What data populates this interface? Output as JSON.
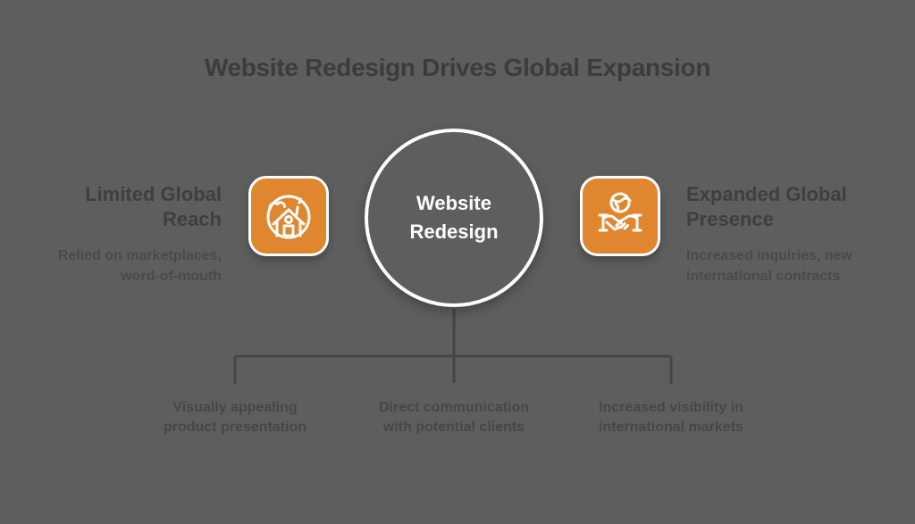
{
  "title": "Website Redesign Drives Global Expansion",
  "center_node": {
    "label": "Website Redesign",
    "lines": [
      "Website",
      "Redesign"
    ]
  },
  "before": {
    "heading": "Limited Global Reach",
    "heading_lines": [
      "Limited Global",
      "Reach"
    ],
    "description": "Relied on marketplaces, word-of-mouth",
    "description_lines": [
      "Relied on marketplaces,",
      "word-of-mouth"
    ],
    "icon": "house-in-globe-icon"
  },
  "after": {
    "heading": "Expanded Global Presence",
    "heading_lines": [
      "Expanded Global",
      "Presence"
    ],
    "description": "Increased inquiries, new international contracts",
    "description_lines": [
      "Increased inquiries, new",
      "international contracts"
    ],
    "icon": "handshake-globe-icon"
  },
  "benefits": [
    {
      "label": "Visually appealing product presentation",
      "lines": [
        "Visually appealing",
        "product presentation"
      ]
    },
    {
      "label": "Direct communication with potential clients",
      "lines": [
        "Direct communication",
        "with potential clients"
      ]
    },
    {
      "label": "Increased visibility in international markets",
      "lines": [
        "Increased visibility in",
        "international markets"
      ]
    }
  ],
  "colors": {
    "background": "#5E5E5E",
    "accent_orange": "#E0862E",
    "title_text": "#3C3C3C",
    "heading_text": "#3F3F3F",
    "body_text": "#4A4A4A",
    "connector_line": "#454545",
    "circle_border": "#FFFFFF",
    "circle_text": "#FFFFFF"
  }
}
